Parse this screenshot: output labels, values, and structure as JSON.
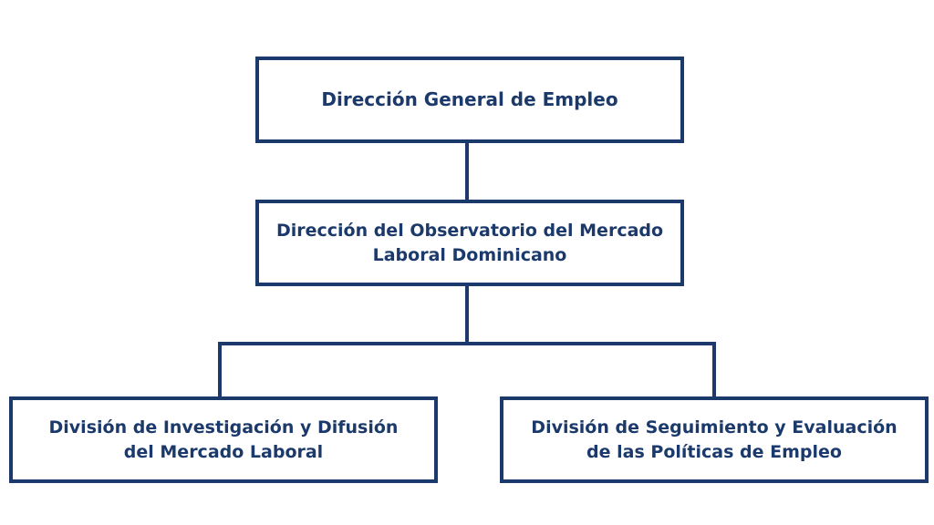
{
  "diagram": {
    "colors": {
      "primary": "#1b3a6b",
      "background": "#ffffff"
    },
    "nodes": {
      "top": {
        "lines": [
          "Dirección General de Empleo"
        ]
      },
      "middle": {
        "lines": [
          "Dirección del Observatorio del Mercado",
          "Laboral Dominicano"
        ]
      },
      "left": {
        "lines": [
          "División de Investigación y Difusión",
          "del Mercado Laboral"
        ]
      },
      "right": {
        "lines": [
          "División de Seguimiento y Evaluación",
          "de las Políticas de Empleo"
        ]
      }
    }
  }
}
